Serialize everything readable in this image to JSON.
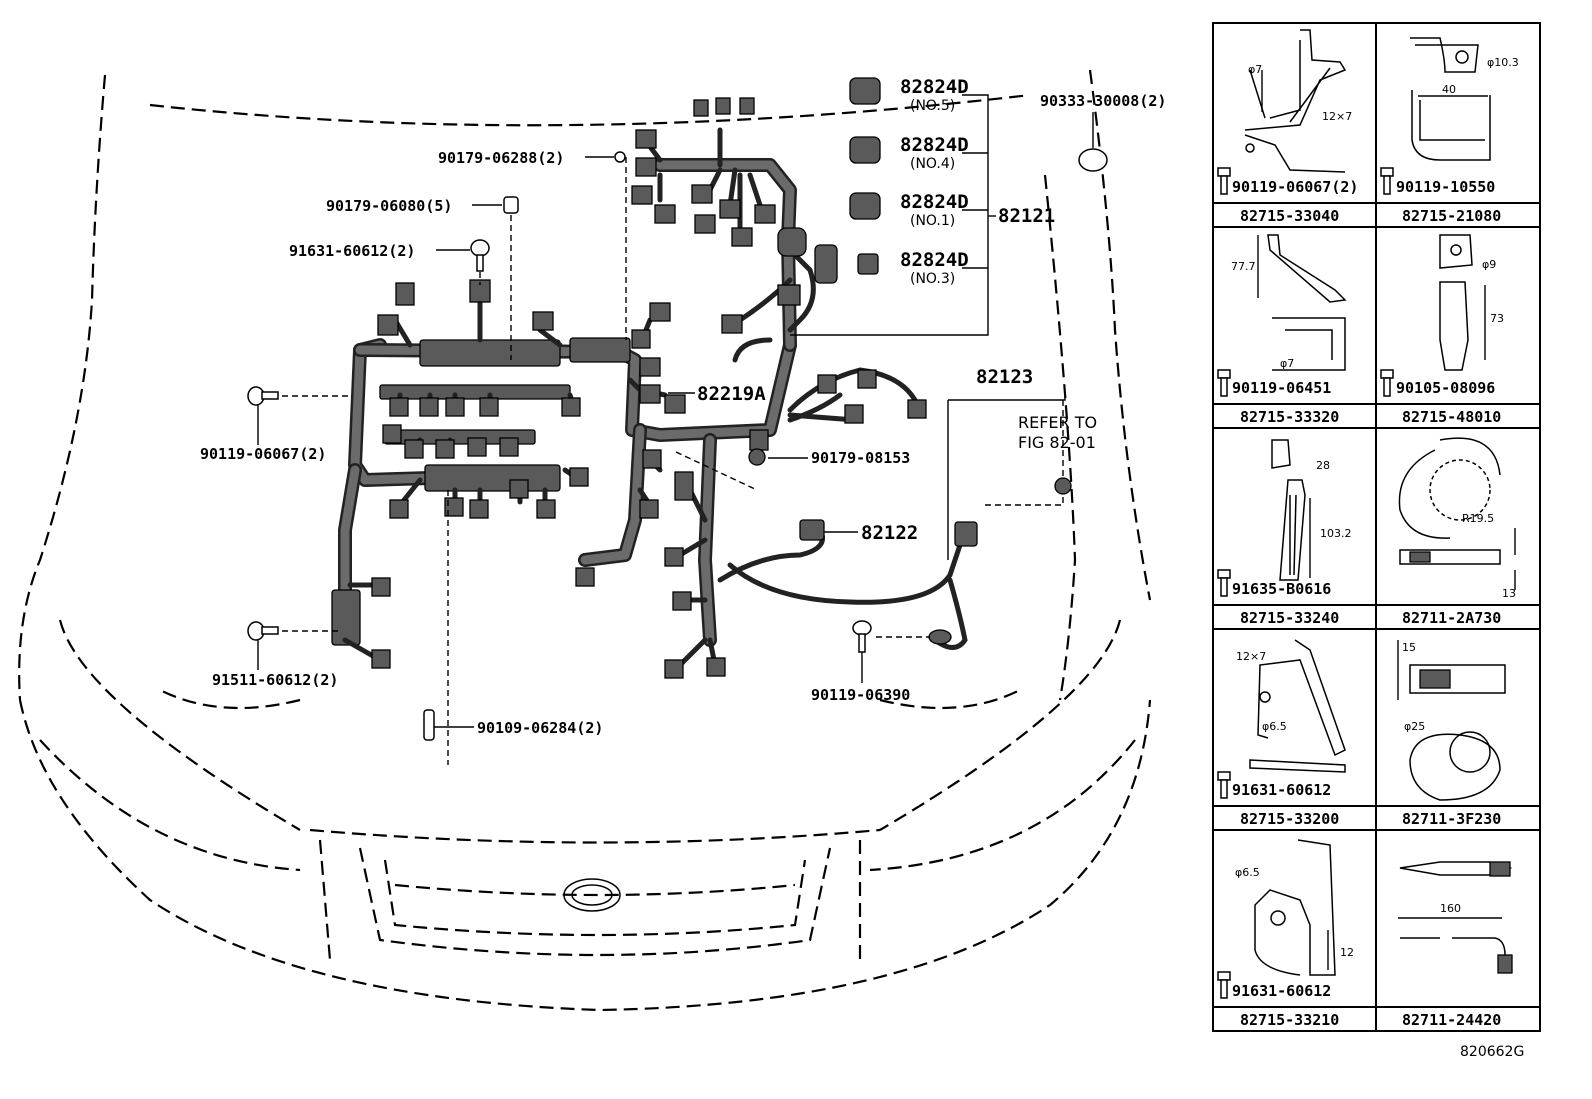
{
  "main_labels": {
    "p82824d_no5": "82824D",
    "p82824d_no5_sub": "(NO.5)",
    "p82824d_no4": "82824D",
    "p82824d_no4_sub": "(NO.4)",
    "p82824d_no1": "82824D",
    "p82824d_no1_sub": "(NO.1)",
    "p82824d_no3": "82824D",
    "p82824d_no3_sub": "(NO.3)",
    "p82121": "82121",
    "p90333": "90333-30008(2)",
    "p90179_06288": "90179-06288(2)",
    "p90179_06080": "90179-06080(5)",
    "p91631_60612": "91631-60612(2)",
    "p82219a": "82219A",
    "p82123": "82123",
    "refer_line1": "REFER TO",
    "refer_line2": "FIG 82-01",
    "p90119_06067": "90119-06067(2)",
    "p90179_08153": "90179-08153",
    "p82122": "82122",
    "p91511_60612": "91511-60612(2)",
    "p90119_06390": "90119-06390",
    "p90109_06284": "90109-06284(2)"
  },
  "grid": {
    "cells": [
      {
        "bolt": "90119-06067(2)",
        "part": "82715-33040",
        "dims": [
          "φ7",
          "12×7"
        ]
      },
      {
        "bolt": "90119-10550",
        "part": "82715-21080",
        "dims": [
          "φ10.3",
          "40"
        ]
      },
      {
        "bolt": "90119-06451",
        "part": "82715-33320",
        "dims": [
          "77.7",
          "φ7"
        ]
      },
      {
        "bolt": "90105-08096",
        "part": "82715-48010",
        "dims": [
          "φ9",
          "73"
        ]
      },
      {
        "bolt": "91635-B0616",
        "part": "82715-33240",
        "dims": [
          "28",
          "103.2"
        ]
      },
      {
        "bolt": "",
        "part": "82711-2A730",
        "dims": [
          "R19.5",
          "13"
        ]
      },
      {
        "bolt": "91631-60612",
        "part": "82715-33200",
        "dims": [
          "12×7",
          "φ6.5"
        ]
      },
      {
        "bolt": "",
        "part": "82711-3F230",
        "dims": [
          "15",
          "φ25"
        ]
      },
      {
        "bolt": "91631-60612",
        "part": "82715-33210",
        "dims": [
          "φ6.5",
          "12"
        ]
      },
      {
        "bolt": "",
        "part": "82711-24420",
        "dims": [
          "160"
        ]
      }
    ]
  },
  "figure_id": "820662G"
}
